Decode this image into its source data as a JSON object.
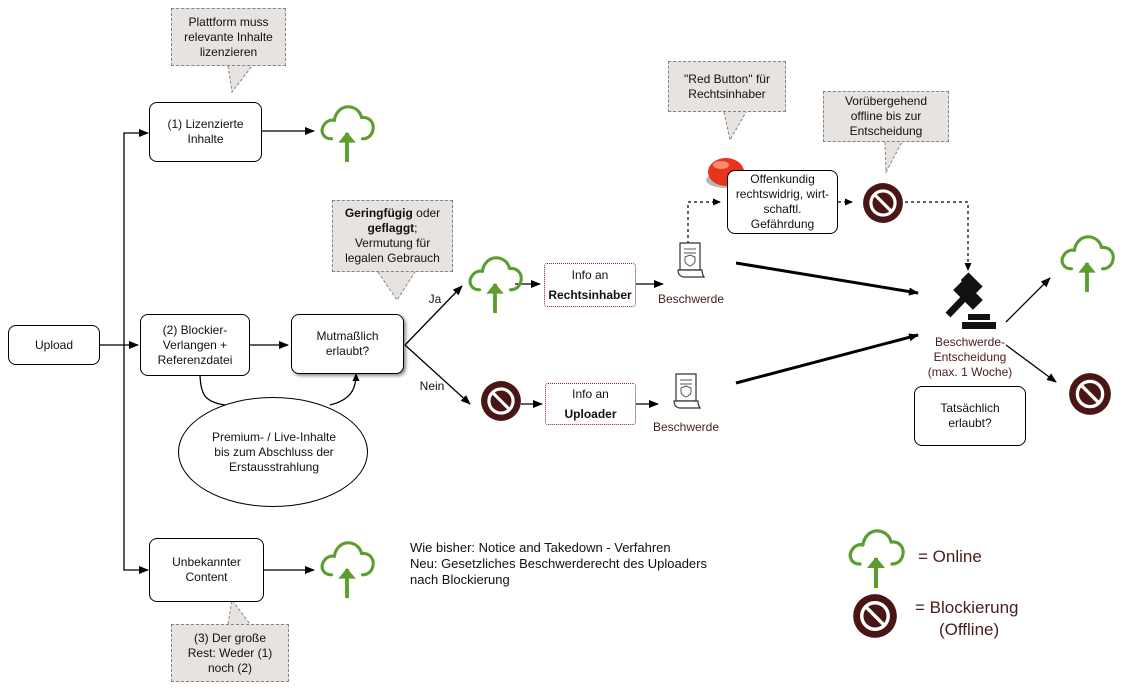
{
  "upload": {
    "label": "Upload"
  },
  "licensed": {
    "label": "(1) Lizenzierte Inhalte",
    "callout": "Plattform muss relevante Inhalte lizenzieren"
  },
  "blocking": {
    "label": "(2) Blockier-Verlangen + Referenzdatei"
  },
  "allowed": {
    "label": "Mutmaßlich erlaubt?",
    "callout_bold1": "Geringfügig",
    "callout_t1": " oder ",
    "callout_bold2": "geflaggt",
    "callout_t2": "; Vermutung für legalen Gebrauch"
  },
  "premium": {
    "label": "Premium- / Live-Inhalte bis zum Abschluss der Erstausstrahlung"
  },
  "unknown": {
    "label": "Unbekannter Content",
    "callout": "(3) Der große Rest: Weder (1) noch (2)"
  },
  "branch_yes": "Ja",
  "branch_no": "Nein",
  "info_rights": {
    "line1": "Info an",
    "line2": "Rechtsinhaber"
  },
  "info_uploader": {
    "line1": "Info an",
    "line2": "Uploader"
  },
  "complaint_label": "Beschwerde",
  "red_button": {
    "callout": "\"Red Button\" für Rechtsinhaber",
    "box": "Offenkundig rechtswidrig, wirt-schaftl. Gefährdung"
  },
  "temp_offline": {
    "callout": "Vorübergehend offline bis zur Entscheidung"
  },
  "decision": {
    "label": "Beschwerde-Entscheidung (max. 1 Woche)",
    "question": "Tatsächlich erlaubt?"
  },
  "notes": {
    "line1": "Wie bisher: Notice and Takedown - Verfahren",
    "line2": "Neu: Gesetzliches Beschwerderecht des Uploaders",
    "line3": "nach Blockierung"
  },
  "legend": {
    "online": "= Online",
    "blocked_l1": "= Blockierung",
    "blocked_l2": "(Offline)"
  },
  "colors": {
    "online_green": "#5b9e2f",
    "block_dark": "#4a1515",
    "red_button": "#e8331f"
  },
  "icons": [
    "cloud-upload-icon",
    "block-icon",
    "document-icon",
    "gavel-icon",
    "clock-icon",
    "red-button-icon"
  ]
}
